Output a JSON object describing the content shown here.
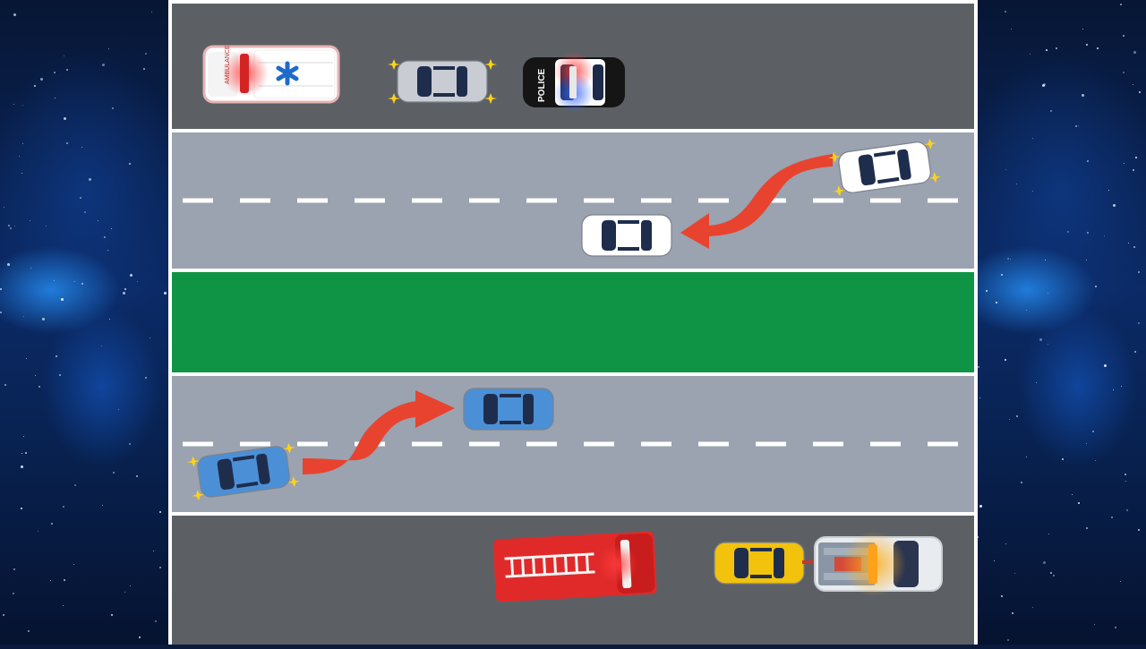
{
  "scene": {
    "colors": {
      "shoulder": "#5c6065",
      "lane": "#9aa3af",
      "median": "#0f9445",
      "divider": "#ffffff",
      "arrow": "#e8432f"
    },
    "labels": {
      "police_text": "POLICE",
      "ambulance_text": "AMBULANCE"
    }
  },
  "vehicles": [
    {
      "name": "ambulance",
      "type": "ambulance",
      "color": "#ffffff",
      "emergency": true
    },
    {
      "name": "stopped-car-gray",
      "type": "car",
      "color": "#c9ccd2",
      "hazards": true
    },
    {
      "name": "police-car",
      "type": "police",
      "color": "#111111",
      "emergency": true
    },
    {
      "name": "white-car-changing-lane",
      "type": "car",
      "color": "#ffffff",
      "hazards": true
    },
    {
      "name": "white-car-after-move",
      "type": "car",
      "color": "#ffffff"
    },
    {
      "name": "blue-car-changing-lane",
      "type": "car",
      "color": "#4b90d6",
      "hazards": true
    },
    {
      "name": "blue-car-after-move",
      "type": "car",
      "color": "#4b90d6"
    },
    {
      "name": "fire-truck",
      "type": "fire-truck",
      "color": "#e02a2a",
      "emergency": true
    },
    {
      "name": "yellow-car-towed",
      "type": "car",
      "color": "#f2c20c"
    },
    {
      "name": "tow-truck",
      "type": "tow-truck",
      "color": "#e9ecef",
      "emergency": true
    }
  ],
  "arrows": [
    {
      "name": "move-over-arrow-top",
      "direction": "left"
    },
    {
      "name": "move-over-arrow-bottom",
      "direction": "right"
    }
  ]
}
